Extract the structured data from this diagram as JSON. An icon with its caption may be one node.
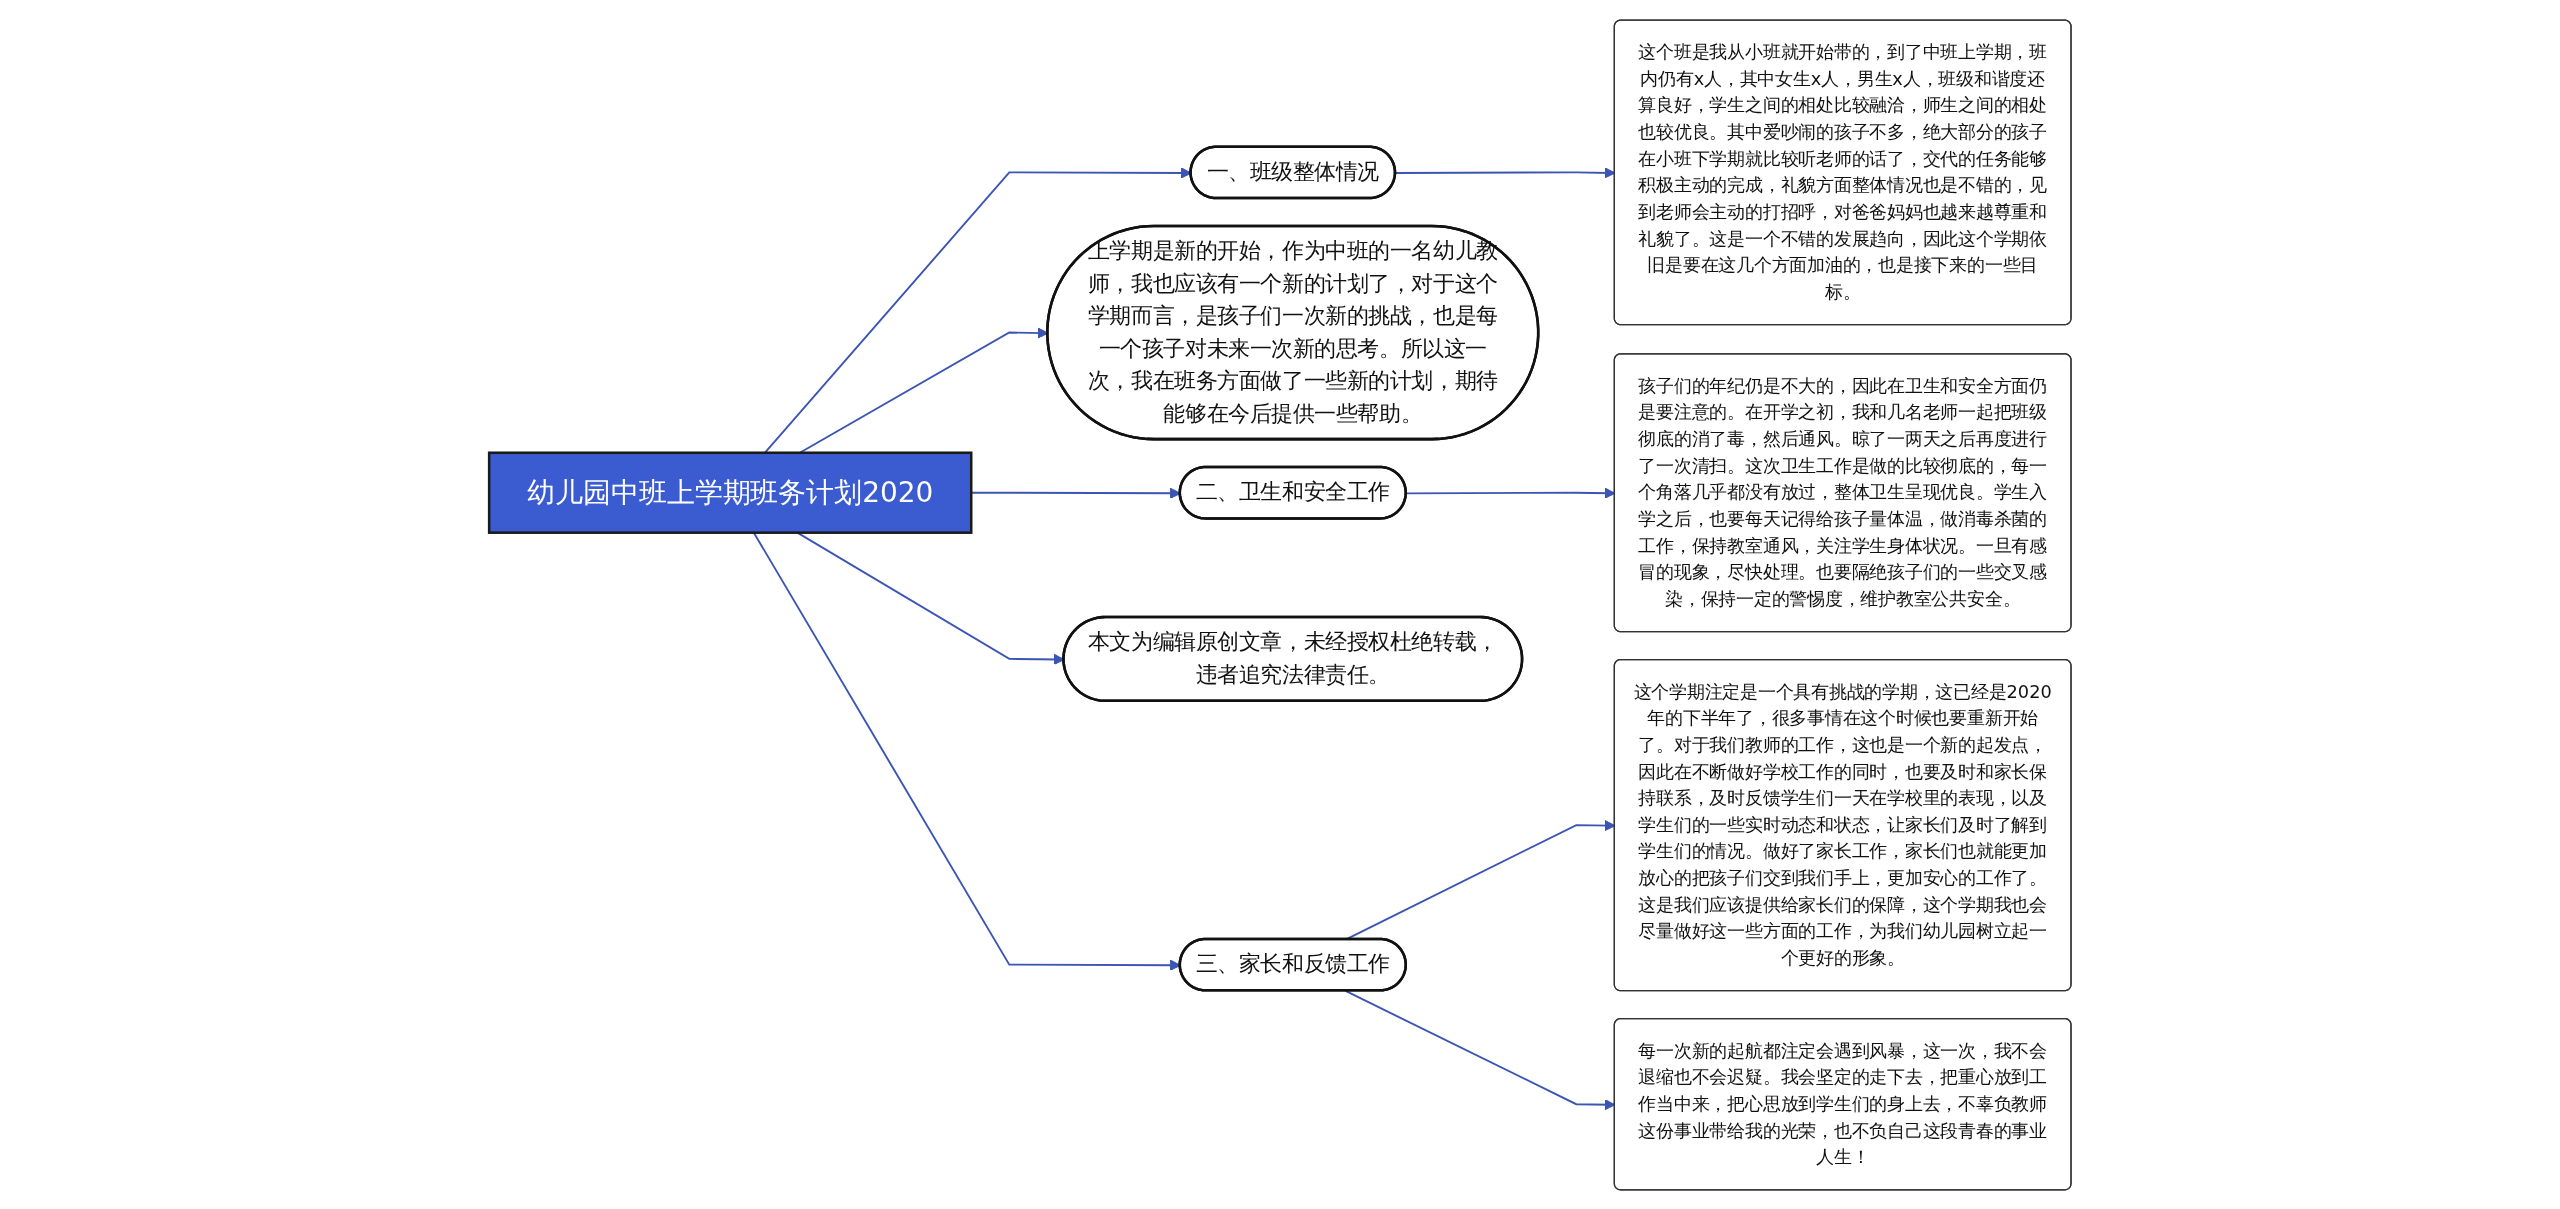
{
  "diagram": {
    "nodes": [
      {
        "text": [
          "幼儿园中班上学期班务计划2020"
        ]
      },
      {
        "text": [
          "一、班级整体情况"
        ]
      },
      {
        "text": [
          "这个班是我从小班就开始带的，到了中班上学期，班内仍有x人，其中女生x人，男生x人，班级和谐度还算良好，学生之间的相处比较融洽，师生之间的相处也较优良。其中爱吵闹的孩子不多，绝大部分的孩子在小班下学期就比较听老师的话了，交代的任务能够积极主动的完成，礼貌方面整体情况也是不错的，见到老师会主动的打招呼，对爸爸妈妈也越来越尊重和礼貌了。这是一个不错的发展趋向，因此这个学期依旧是要在这几个方面加油的，也是接下来的一些目标。"
        ]
      },
      {
        "text": [
          "上学期是新的开始，作为中班的一名幼儿教师，我也应该有一个新的计划了，对于这个学期而言，是孩子们一次新的挑战，也是每一个孩子对未来一次新的思考。所以这一次，我在班务方面做了一些新的计划，期待能够在今后提供一些帮助。"
        ]
      },
      {
        "text": [
          "二、卫生和安全工作"
        ]
      },
      {
        "text": [
          "孩子们的年纪仍是不大的，因此在卫生和安全方面仍是要注意的。在开学之初，我和几名老师一起把班级彻底的消了毒，然后通风。晾了一两天之后再度进行了一次清扫。这次卫生工作是做的比较彻底的，每一个角落几乎都没有放过，整体卫生呈现优良。学生入学之后，也要每天记得给孩子量体温，做消毒杀菌的工作，保持教室通风，关注学生身体状况。一旦有感冒的现象，尽快处理。也要隔绝孩子们的一些交叉感染，保持一定的警惕度，维护教室公共安全。"
        ]
      },
      {
        "text": [
          "三、家长和反馈工作"
        ]
      },
      {
        "text": [
          "这个学期注定是一个具有挑战的学期，这已经是2020年的下半年了，很多事情在这个时候也要重新开始了。对于我们教师的工作，这也是一个新的起发点，因此在不断做好学校工作的同时，也要及时和家长保持联系，及时反馈学生们一天在学校里的表现，以及学生们的一些实时动态和状态，让家长们及时了解到学生们的情况。做好了家长工作，家长们也就能更加放心的把孩子们交到我们手上，更加安心的工作了。这是我们应该提供给家长们的保障，这个学期我也会尽量做好这一些方面的工作，为我们幼儿园树立起一个更好的形象。"
        ]
      },
      {
        "text": [
          "每一次新的起航都注定会遇到风暴，这一次，我不会退缩也不会迟疑。我会坚定的走下去，把重心放到工作当中来，把心思放到学生们的身上去，不辜负教师这份事业带给我的光荣，也不负自己这段青春的事业人生！"
        ]
      },
      {
        "text": [
          "本文为编辑原创文章，未经授权杜绝转载，违者追究法律责任。"
        ]
      }
    ],
    "edges": [
      {
        "from": 0,
        "to": 1,
        "arrow": "to"
      },
      {
        "from": 1,
        "to": 2,
        "arrow": "to"
      },
      {
        "from": 0,
        "to": 3,
        "arrow": "to"
      },
      {
        "from": 0,
        "to": 4,
        "arrow": "to"
      },
      {
        "from": 4,
        "to": 5,
        "arrow": "to"
      },
      {
        "from": 0,
        "to": 9,
        "arrow": "to"
      },
      {
        "from": 0,
        "to": 6,
        "arrow": "to"
      },
      {
        "from": 6,
        "to": 7,
        "arrow": "to"
      },
      {
        "from": 6,
        "to": 8,
        "arrow": "to"
      }
    ]
  }
}
